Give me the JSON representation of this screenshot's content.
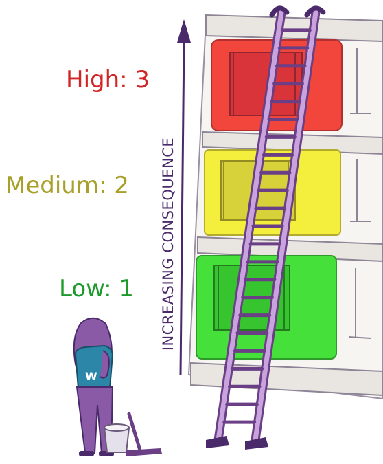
{
  "levels": [
    {
      "label": "High: 3",
      "color": "#d12424",
      "panel_color": "#f2453c"
    },
    {
      "label": "Medium: 2",
      "color": "#a8a028",
      "panel_color": "#f3ef3c"
    },
    {
      "label": "Low: 1",
      "color": "#1e9a2c",
      "panel_color": "#45e03a"
    }
  ],
  "axis": {
    "label": "INCREASING CONSEQUENCE"
  },
  "figure": {
    "shirt_letter": "W"
  }
}
